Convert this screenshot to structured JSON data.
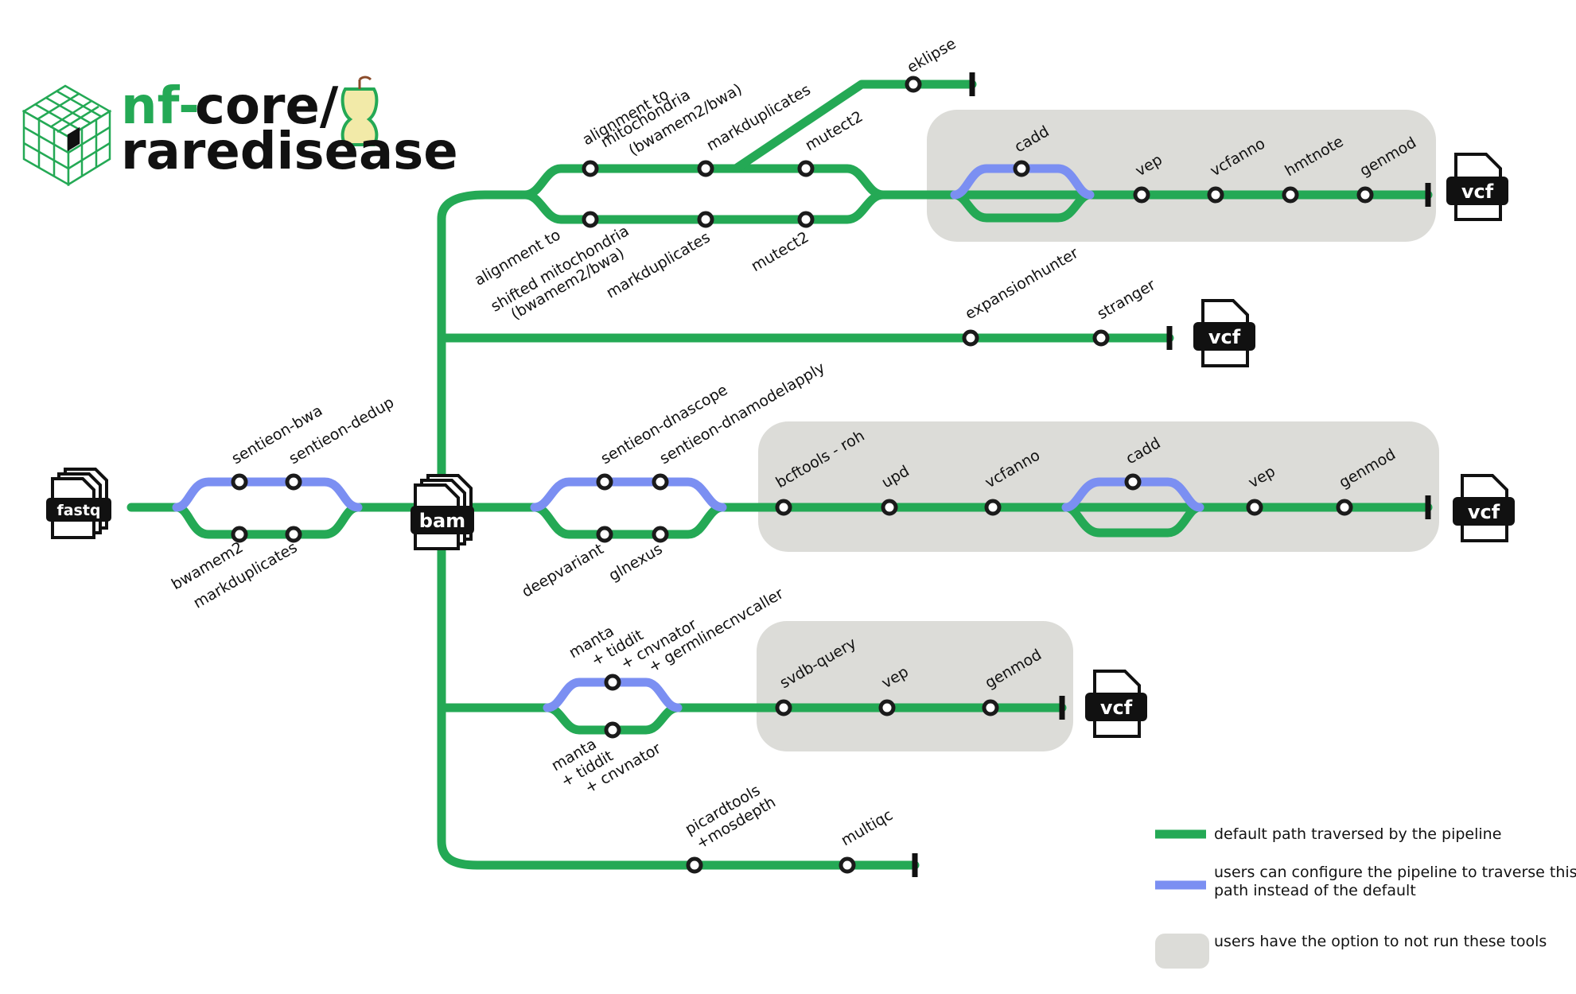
{
  "logo": {
    "prefix": "nf-",
    "name": "core/",
    "pipeline": "raredisease"
  },
  "colors": {
    "default_path": "#24a955",
    "alt_path": "#7b8ff2",
    "optional_box": "#dcdcd8",
    "stop_fill": "#ffffff",
    "ink": "#111111"
  },
  "files": {
    "fastq": "fastq",
    "bam": "bam",
    "vcf": "vcf"
  },
  "stations": {
    "sentieon_bwa": "sentieon-bwa",
    "sentieon_dedup": "sentieon-dedup",
    "bwamem2": "bwamem2",
    "markduplicates": "markduplicates",
    "mt_align_1": "alignment to",
    "mt_align_2": "mitochondria",
    "mt_align_3": "(bwamem2/bwa)",
    "mt_markdup": "markduplicates",
    "mt_mutect2": "mutect2",
    "eklipse": "eklipse",
    "shift_align_1": "alignment to",
    "shift_align_2": "shifted mitochondria",
    "shift_align_3": "(bwamem2/bwa)",
    "shift_markdup": "markduplicates",
    "shift_mutect2": "mutect2",
    "mt_cadd": "cadd",
    "mt_vep": "vep",
    "mt_vcfanno": "vcfanno",
    "mt_hmtnote": "hmtnote",
    "mt_genmod": "genmod",
    "expansionhunter": "expansionhunter",
    "stranger": "stranger",
    "sentieon_dnascope": "sentieon-dnascope",
    "sentieon_dnamodelapply": "sentieon-dnamodelapply",
    "deepvariant": "deepvariant",
    "glnexus": "glnexus",
    "bcftools_roh": "bcftools - roh",
    "upd": "upd",
    "snv_vcfanno": "vcfanno",
    "snv_cadd": "cadd",
    "snv_vep": "vep",
    "snv_genmod": "genmod",
    "sv_alt_1": "manta",
    "sv_alt_2": "+ tiddit",
    "sv_alt_3": "+ cnvnator",
    "sv_alt_4": "+ germlinecnvcaller",
    "sv_def_1": "manta",
    "sv_def_2": "+ tiddit",
    "sv_def_3": "+ cnvnator",
    "svdb_query": "svdb-query",
    "sv_vep": "vep",
    "sv_genmod": "genmod",
    "qc_1": "picardtools",
    "qc_2": "+mosdepth",
    "multiqc": "multiqc"
  },
  "legend": {
    "default_line1": "default path traversed by the pipeline",
    "alt_line1": "users can configure the pipeline to traverse this",
    "alt_line2": "path instead of the default",
    "optional_line1": "users have the option to not run these tools"
  }
}
